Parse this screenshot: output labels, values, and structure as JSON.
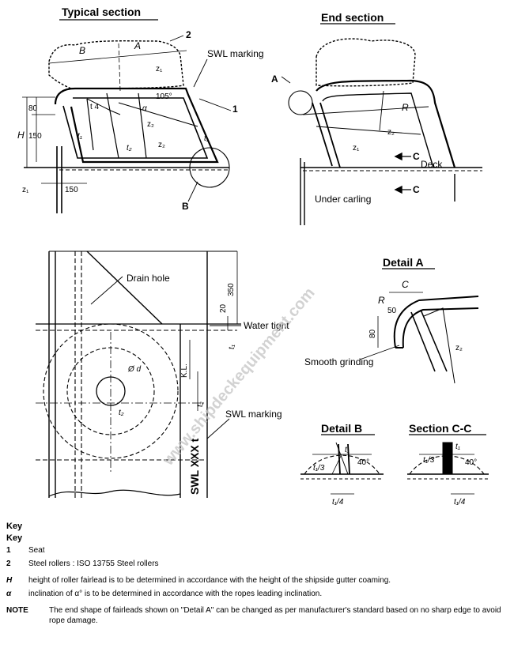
{
  "figure": {
    "typical_section": {
      "title": "Typical section",
      "dim_B": "B",
      "dim_A": "A",
      "dim_H": "H",
      "dim_80": "80",
      "dim_150v": "150",
      "dim_150h": "150",
      "dim_t4": "t 4",
      "angle_105": "105°",
      "angle_alpha": "α",
      "weld_z1": "z₁",
      "weld_z2": "z₂",
      "thk_t1": "t₁",
      "thk_t2": "t₂",
      "callout_2": "2",
      "callout_1": "1",
      "detail_ref_B": "B",
      "swl_marking": "SWL marking"
    },
    "end_section": {
      "title": "End section",
      "detail_ref_A": "A",
      "dim_R": "R",
      "weld_z1": "z₁",
      "weld_z2": "z₂",
      "section_C": "C",
      "deck": "Deck",
      "under_carling": "Under carling"
    },
    "plan_view": {
      "drain_hole": "Drain hole",
      "dim_350": "350",
      "dim_20": "20",
      "water_tight": "Water tight",
      "thk_t1": "t₁",
      "thk_t2": "t₂",
      "dim_KL": "K.L.",
      "dim_d": "Ø d",
      "swl_plate": "SWL XXX t",
      "swl_marking": "SWL marking"
    },
    "detail_a": {
      "title": "Detail A",
      "dim_C": "C",
      "dim_R": "R",
      "dim_50": "50",
      "dim_80": "80",
      "smooth_grinding": "Smooth grinding",
      "weld_z2": "z₂"
    },
    "detail_b": {
      "title": "Detail B",
      "thk_t1": "t₁",
      "dim_t1_3": "t₁/3",
      "dim_t1_4": "t₁/4",
      "angle_40": "40°"
    },
    "section_cc": {
      "title": "Section C-C",
      "thk_t1": "t₁",
      "dim_t1_3": "t₁/3",
      "dim_t1_4": "t₁/4",
      "angle_40": "40°"
    },
    "watermark": "www.shipdeckequipment.com"
  },
  "legend": {
    "key_heading_1": "Key",
    "key_heading_2": "Key",
    "items": [
      {
        "key": "1",
        "text": "Seat"
      },
      {
        "key": "2",
        "text": "Steel rollers : ISO 13755 Steel rollers"
      }
    ],
    "symbols": [
      {
        "key": "H",
        "text": "height of roller fairlead is to be determined in accordance with the height of the shipside gutter coaming."
      },
      {
        "key": "α",
        "text": "inclination of α° is to be determined in accordance with the ropes leading inclination."
      }
    ],
    "note_label": "NOTE",
    "note_text": "The end shape of fairleads shown on \"Detail A\" can be changed as per manufacturer's standard based on no sharp edge to avoid rope damage."
  }
}
